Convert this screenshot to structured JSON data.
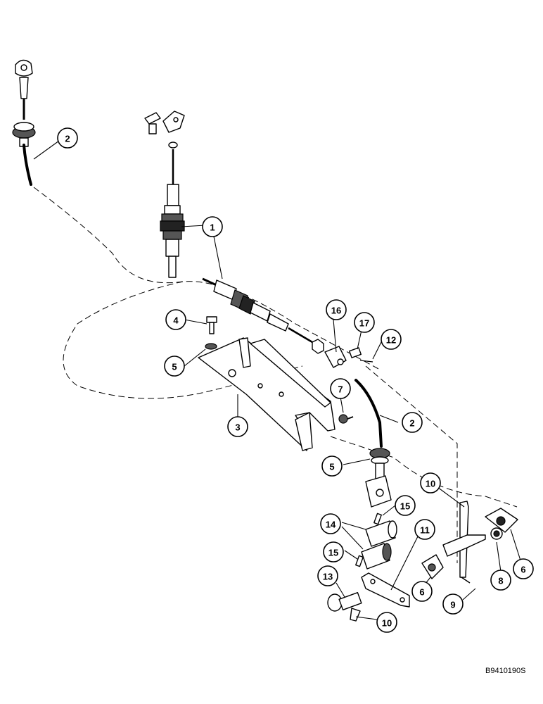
{
  "diagram": {
    "reference_code": "B9410190S",
    "callouts": [
      {
        "id": "c1",
        "label": "1"
      },
      {
        "id": "c2a",
        "label": "2"
      },
      {
        "id": "c2b",
        "label": "2"
      },
      {
        "id": "c3",
        "label": "3"
      },
      {
        "id": "c4",
        "label": "4"
      },
      {
        "id": "c5a",
        "label": "5"
      },
      {
        "id": "c5b",
        "label": "5"
      },
      {
        "id": "c6a",
        "label": "6"
      },
      {
        "id": "c6b",
        "label": "6"
      },
      {
        "id": "c7",
        "label": "7"
      },
      {
        "id": "c8",
        "label": "8"
      },
      {
        "id": "c9",
        "label": "9"
      },
      {
        "id": "c10a",
        "label": "10"
      },
      {
        "id": "c10b",
        "label": "10"
      },
      {
        "id": "c11",
        "label": "11"
      },
      {
        "id": "c12",
        "label": "12"
      },
      {
        "id": "c13",
        "label": "13"
      },
      {
        "id": "c14",
        "label": "14"
      },
      {
        "id": "c15a",
        "label": "15"
      },
      {
        "id": "c15b",
        "label": "15"
      },
      {
        "id": "c16",
        "label": "16"
      },
      {
        "id": "c17",
        "label": "17"
      }
    ]
  }
}
